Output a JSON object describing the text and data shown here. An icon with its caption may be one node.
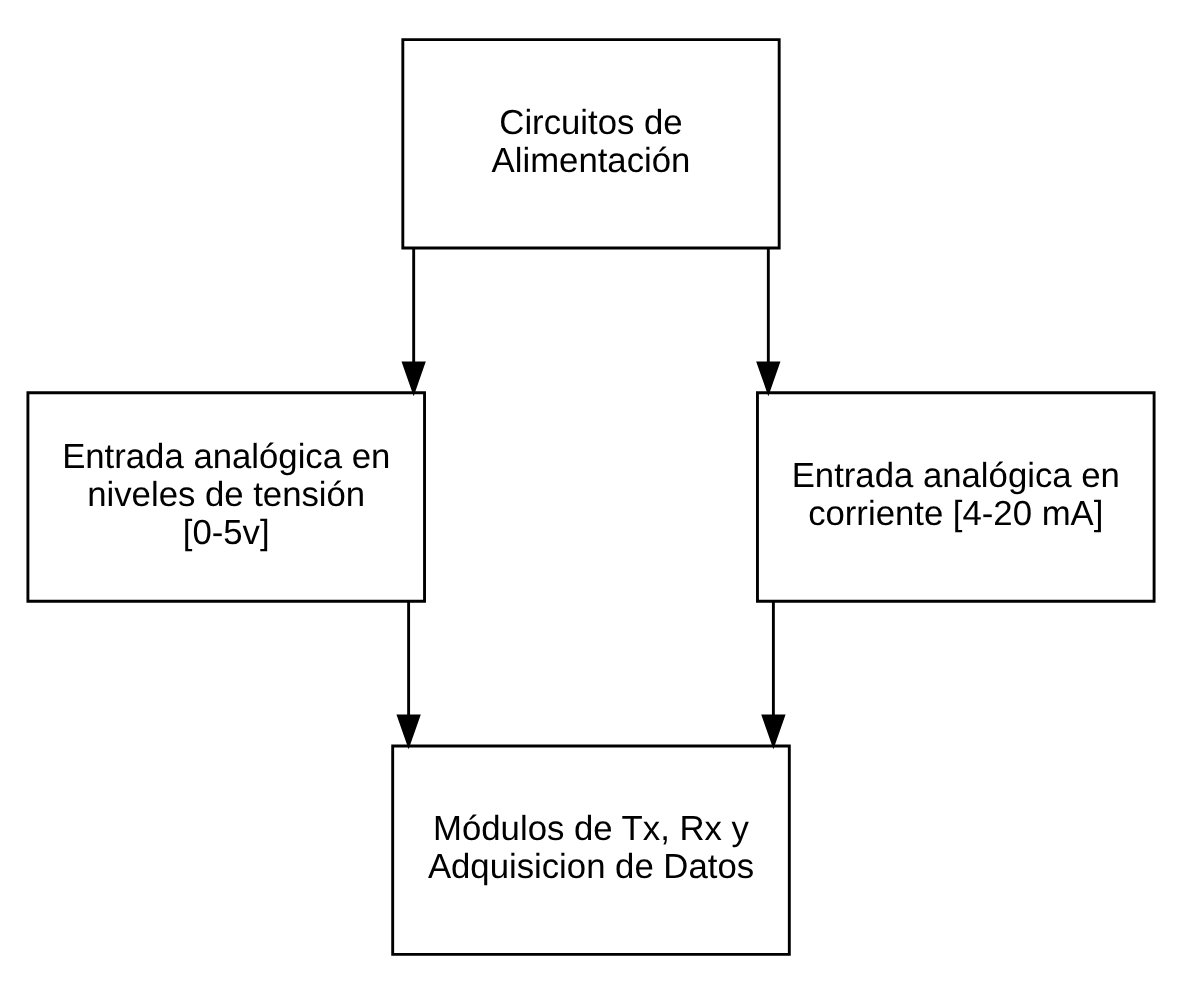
{
  "diagram": {
    "nodes": [
      {
        "text": [
          "Circuitos de Alimentación"
        ]
      },
      {
        "text": [
          "Entrada analógica en niveles de tensión [0-5v]"
        ]
      },
      {
        "text": [
          "Entrada analógica en corriente [4-20 mA]"
        ]
      },
      {
        "text": [
          "Módulos de Tx, Rx y Adquisicion de Datos"
        ]
      }
    ],
    "edges": [
      {
        "from": 0,
        "to": 1,
        "arrow": "to"
      },
      {
        "from": 0,
        "to": 2,
        "arrow": "to"
      },
      {
        "from": 1,
        "to": 3,
        "arrow": "to"
      },
      {
        "from": 2,
        "to": 3,
        "arrow": "to"
      }
    ]
  }
}
